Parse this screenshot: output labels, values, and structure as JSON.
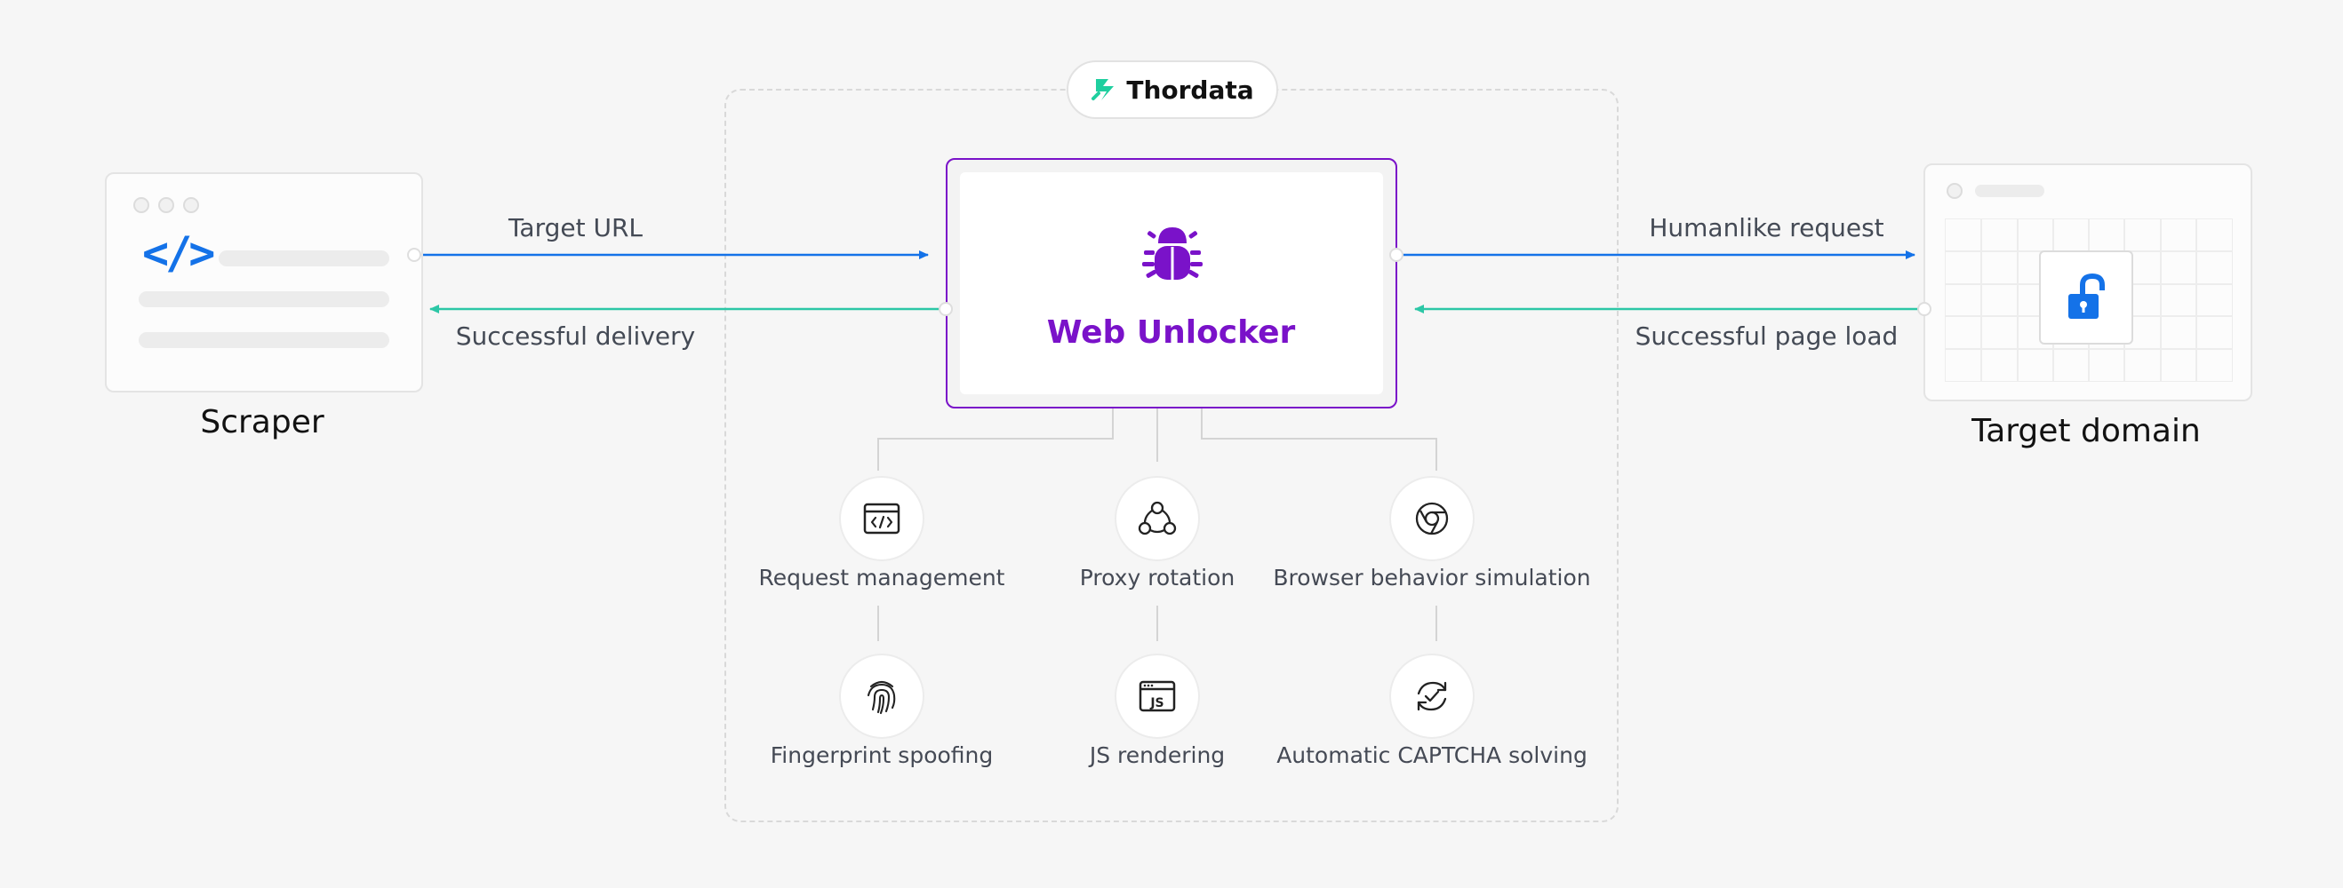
{
  "brand": {
    "name": "Thordata",
    "color": "#1fcf9f"
  },
  "scraper": {
    "label": "Scraper",
    "code_glyph": "</>",
    "code_color": "#1472e8"
  },
  "target": {
    "label": "Target domain",
    "lock_color": "#1472e8"
  },
  "core": {
    "title": "Web Unlocker",
    "accent": "#7a12c9",
    "icon": "bug-icon"
  },
  "arrows": {
    "target_url": "Target URL",
    "successful_delivery": "Successful delivery",
    "humanlike_request": "Humanlike request",
    "successful_page_load": "Successful page load",
    "request_color": "#1472e8",
    "response_color": "#2cc7a6"
  },
  "features": [
    {
      "label": "Request management",
      "icon": "code-window-icon"
    },
    {
      "label": "Proxy rotation",
      "icon": "network-nodes-icon"
    },
    {
      "label": "Browser behavior simulation",
      "icon": "browser-chrome-icon"
    },
    {
      "label": "Fingerprint spoofing",
      "icon": "fingerprint-icon"
    },
    {
      "label": "JS rendering",
      "icon": "js-window-icon"
    },
    {
      "label": "Automatic CAPTCHA solving",
      "icon": "refresh-check-icon"
    }
  ]
}
